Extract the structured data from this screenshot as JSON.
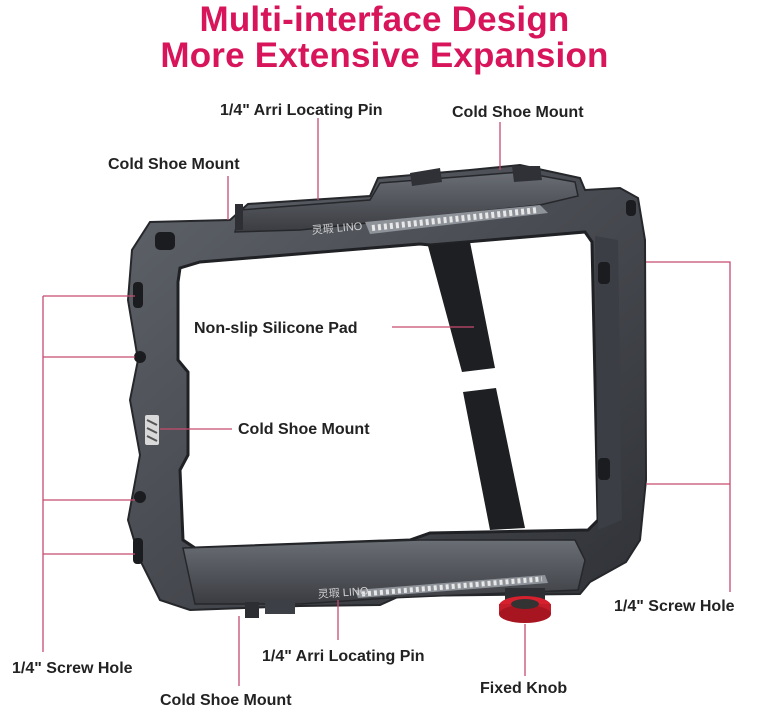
{
  "header": {
    "title_line1": "Multi-interface Design",
    "title_line2": "More Extensive Expansion"
  },
  "brand": {
    "logo_text": "灵瑕 LINO"
  },
  "colors": {
    "accent": "#d8155a",
    "callout_line": "#c74b6f",
    "cage_metal": "#4a4d53",
    "cage_dark": "#2c2e33",
    "silicone": "#1e1f22",
    "knob_red": "#d6202e"
  },
  "labels": {
    "arri_pin_top": "1/4\" Arri Locating Pin",
    "cold_shoe_top_right": "Cold Shoe Mount",
    "cold_shoe_top_left": "Cold Shoe Mount",
    "silicone_pad": "Non-slip Silicone Pad",
    "cold_shoe_side": "Cold Shoe Mount",
    "screw_hole_right": "1/4\" Screw Hole",
    "screw_hole_left": "1/4\" Screw Hole",
    "arri_pin_bottom": "1/4\" Arri Locating Pin",
    "fixed_knob": "Fixed Knob",
    "cold_shoe_bottom": "Cold Shoe Mount"
  }
}
